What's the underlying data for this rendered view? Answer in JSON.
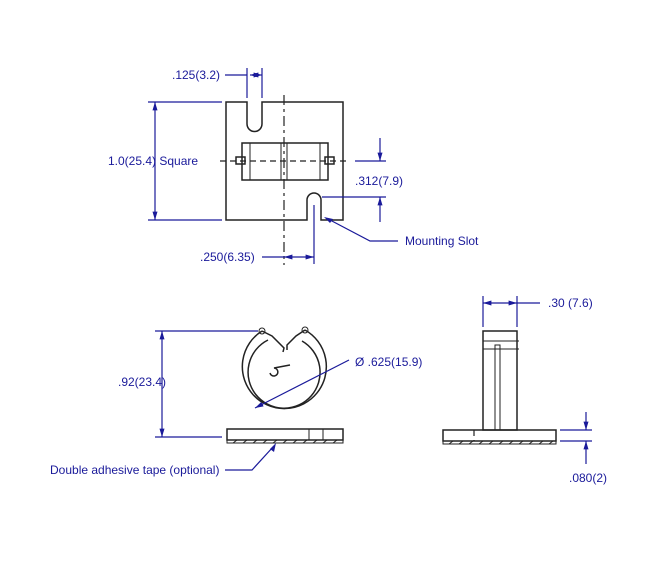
{
  "dimensions": {
    "slot_width": ".125(3.2)",
    "square_size": "1.0(25.4) Square",
    "slot_offset_vertical": ".312(7.9)",
    "slot_offset_horizontal": ".250(6.35)",
    "height": ".92(23.4)",
    "diameter": "Ø .625(15.9)",
    "width": ".30 (7.6)",
    "base_thickness": ".080(2)"
  },
  "callouts": {
    "mounting_slot": "Mounting Slot",
    "tape": "Double adhesive tape (optional)"
  },
  "colors": {
    "dimension": "#1a1a9a",
    "part": "#222222"
  }
}
